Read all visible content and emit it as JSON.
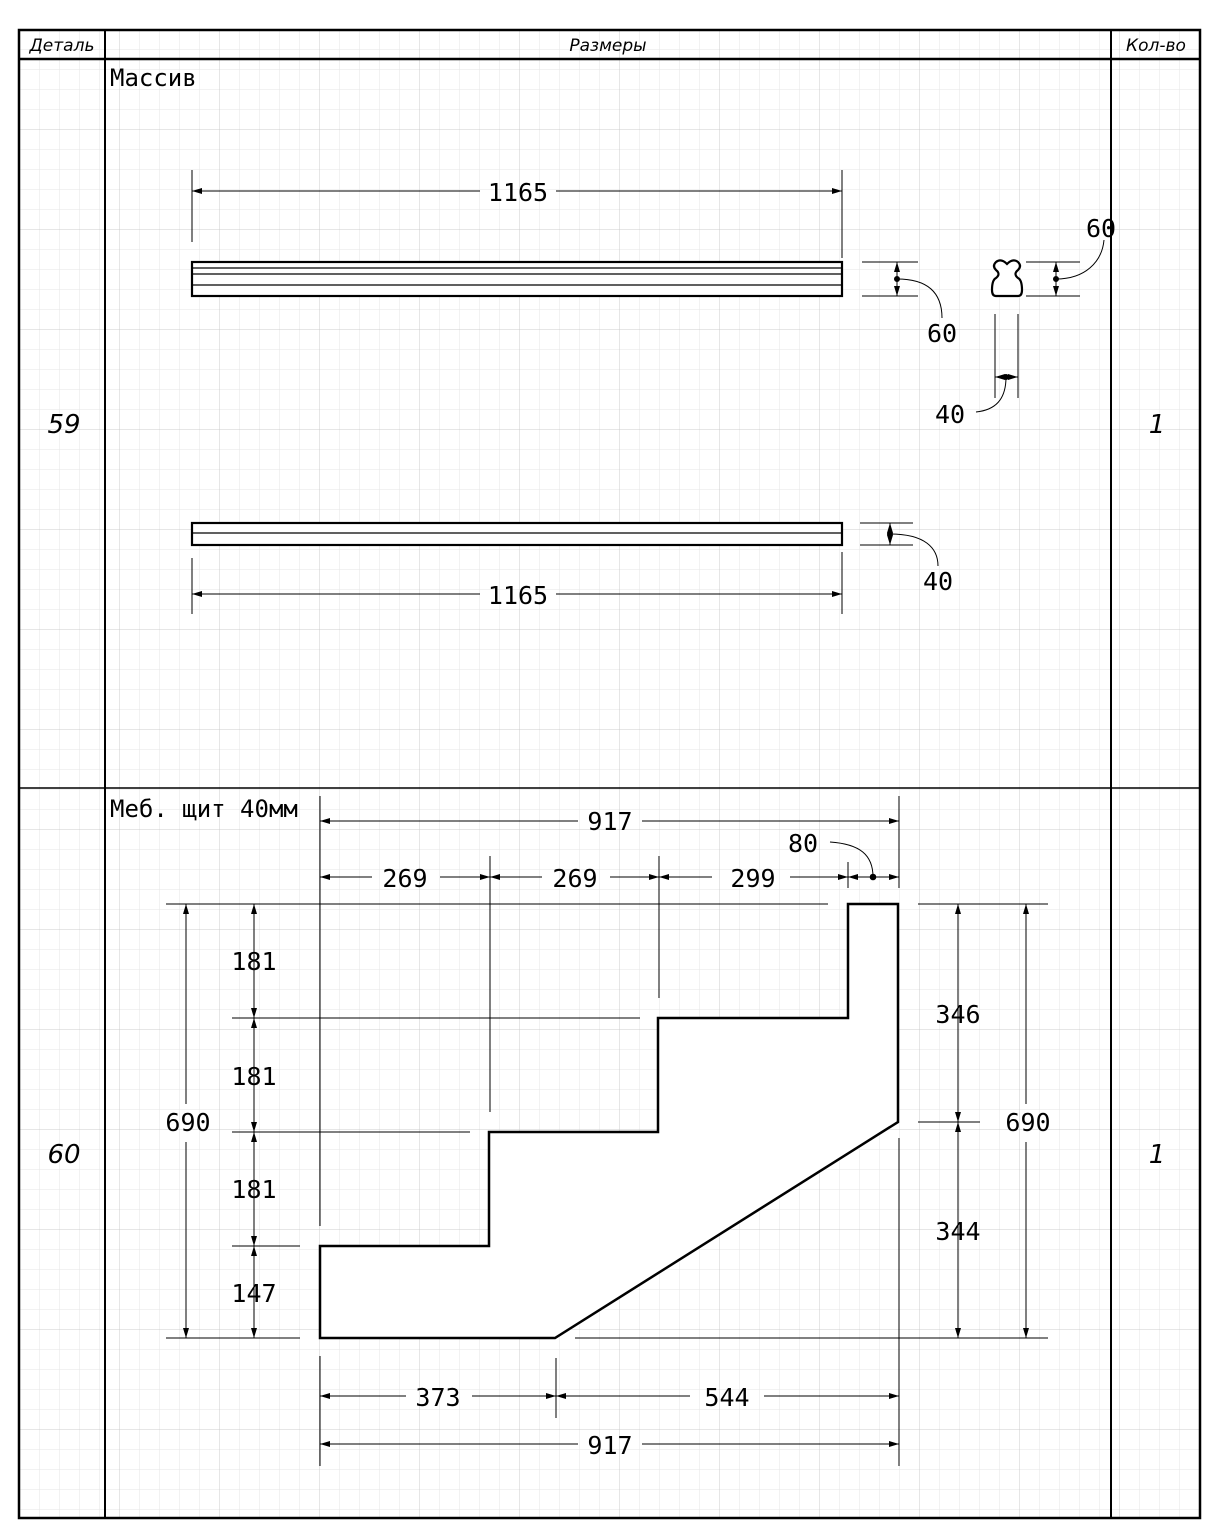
{
  "header": {
    "col_part": "Деталь",
    "col_dimensions": "Размеры",
    "col_qty": "Кол-во"
  },
  "rows": [
    {
      "part": "59",
      "material": "Массив",
      "qty": "1",
      "dims": {
        "top_length": "1165",
        "front_height": "60",
        "profile_height": "60",
        "profile_width": "40",
        "bottom_length": "1165",
        "bottom_thickness": "40"
      }
    },
    {
      "part": "60",
      "material": "Меб. щит 40мм",
      "qty": "1",
      "dims": {
        "top_total": "917",
        "step_1": "269",
        "step_2": "269",
        "step_3": "299",
        "top_post": "80",
        "rise_1": "181",
        "rise_2": "181",
        "rise_3": "181",
        "rise_4": "147",
        "left_total": "690",
        "right_upper": "346",
        "right_lower": "344",
        "right_total": "690",
        "bottom_left": "373",
        "bottom_right": "544",
        "bottom_total": "917"
      }
    }
  ],
  "colors": {
    "ink": "#000000",
    "grid_minor": "#e6e6e6",
    "grid_major": "#cccccc"
  }
}
